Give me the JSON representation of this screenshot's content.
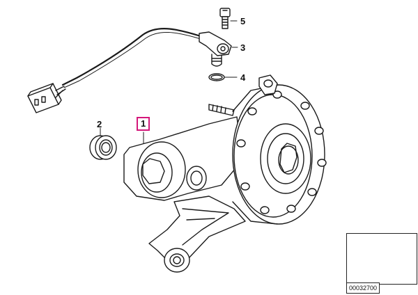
{
  "callouts": {
    "p1": "1",
    "p2": "2",
    "p3": "3",
    "p4": "4",
    "p5": "5"
  },
  "reference_number": "00032700",
  "colors": {
    "highlight": "#d4177a",
    "line": "#1a1a1a",
    "thumb_part": "#111111"
  }
}
